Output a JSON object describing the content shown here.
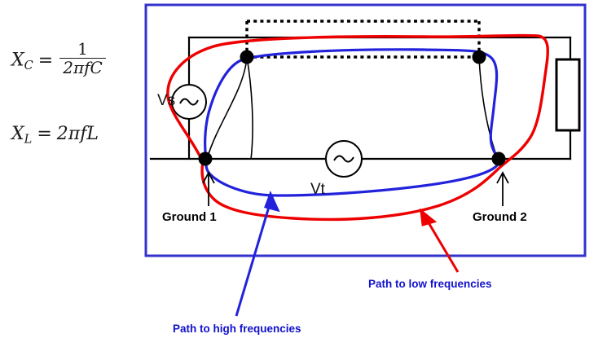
{
  "figure": {
    "kind": "circuit-diagram",
    "title": "Ground loop / return-current path diagram",
    "frame_border_color": "#3333cc",
    "background": "#ffffff"
  },
  "formulas": {
    "capacitive_reactance": {
      "lhs_symbol": "X",
      "lhs_subscript": "C",
      "equals": "=",
      "numerator": "1",
      "denominator": "2πfC",
      "plain": "X_C = 1 / (2πfC)"
    },
    "inductive_reactance": {
      "lhs_symbol": "X",
      "lhs_subscript": "L",
      "equals": "=",
      "rhs": "2πfL",
      "plain": "X_L = 2πfL"
    }
  },
  "circuit": {
    "sources": [
      {
        "id": "vs",
        "label": "Vs",
        "symbol": "ac-source-sine",
        "position": "upper-left-branch"
      },
      {
        "id": "vt",
        "label": "Vt",
        "symbol": "ac-source-sine",
        "position": "bottom-rail-center"
      }
    ],
    "load": {
      "id": "load-resistor",
      "symbol": "resistor-box",
      "position": "right-side"
    },
    "nodes": [
      {
        "id": "node-top-left",
        "kind": "junction-dot"
      },
      {
        "id": "node-top-right",
        "kind": "junction-dot"
      },
      {
        "id": "node-ground-1",
        "kind": "junction-dot"
      },
      {
        "id": "node-ground-2",
        "kind": "junction-dot"
      }
    ],
    "shield": {
      "id": "dotted-shield-rectangle",
      "style": "dotted",
      "color": "#000000"
    }
  },
  "ground_labels": {
    "ground_1": "Ground  1",
    "ground_2": "Ground  2"
  },
  "paths": [
    {
      "id": "low-frequency-path",
      "label": "Path to low frequencies",
      "color": "#ee0000",
      "text_color": "#1111cc",
      "annotation_arrow": "red-arrow-up-left"
    },
    {
      "id": "high-frequency-path",
      "label": "Path to high frequencies",
      "color": "#2222dd",
      "text_color": "#1111cc",
      "annotation_arrow": "blue-arrow-up-right"
    }
  ],
  "colors": {
    "frame": "#3333cc",
    "wire": "#000000",
    "low_freq": "#ee0000",
    "high_freq": "#2222dd",
    "annotation_text": "#1111cc"
  }
}
